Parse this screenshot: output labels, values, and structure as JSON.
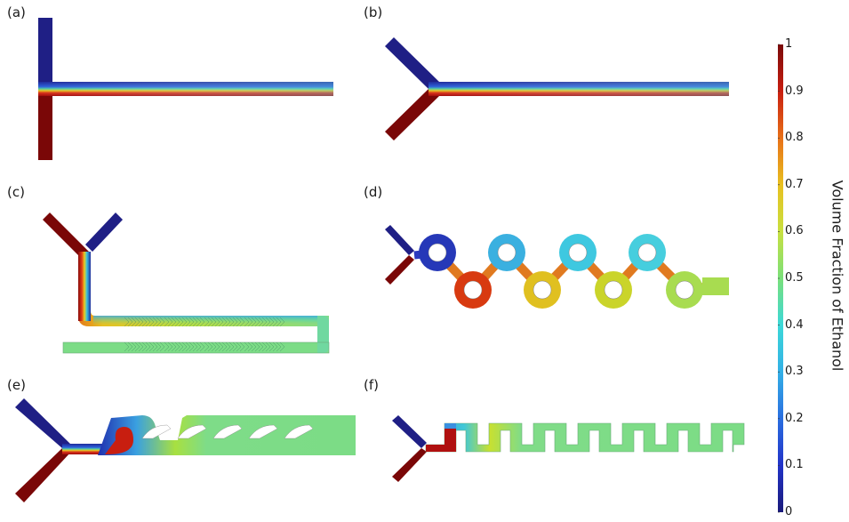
{
  "figure": {
    "panels": [
      {
        "id": "a",
        "label": "(a)",
        "geometry": "T-junction mixer"
      },
      {
        "id": "b",
        "label": "(b)",
        "geometry": "Y-junction straight channel"
      },
      {
        "id": "c",
        "label": "(c)",
        "geometry": "Y-junction with herringbone serpentine channel"
      },
      {
        "id": "d",
        "label": "(d)",
        "geometry": "Y-junction with chain of ring obstacles"
      },
      {
        "id": "e",
        "label": "(e)",
        "geometry": "Y-junction with split-and-recombine channel"
      },
      {
        "id": "f",
        "label": "(f)",
        "geometry": "Y-junction with square-wave serpentine channel"
      }
    ],
    "colorbar": {
      "title": "Volume Fraction of Ethanol",
      "min": 0,
      "max": 1,
      "ticks": [
        "0",
        "0.1",
        "0.2",
        "0.3",
        "0.4",
        "0.5",
        "0.6",
        "0.7",
        "0.8",
        "0.9",
        "1"
      ],
      "colormap": [
        "#1a1a7a",
        "#2233c8",
        "#2a6ee0",
        "#33b0e6",
        "#3cd8d8",
        "#7ae07a",
        "#c8e040",
        "#e8c020",
        "#e87018",
        "#c81e10",
        "#7a0a0a"
      ]
    },
    "colors": {
      "water_inlet": "#1f1f85",
      "ethanol_inlet": "#7a0707",
      "mixed": "#7cdc86"
    }
  }
}
